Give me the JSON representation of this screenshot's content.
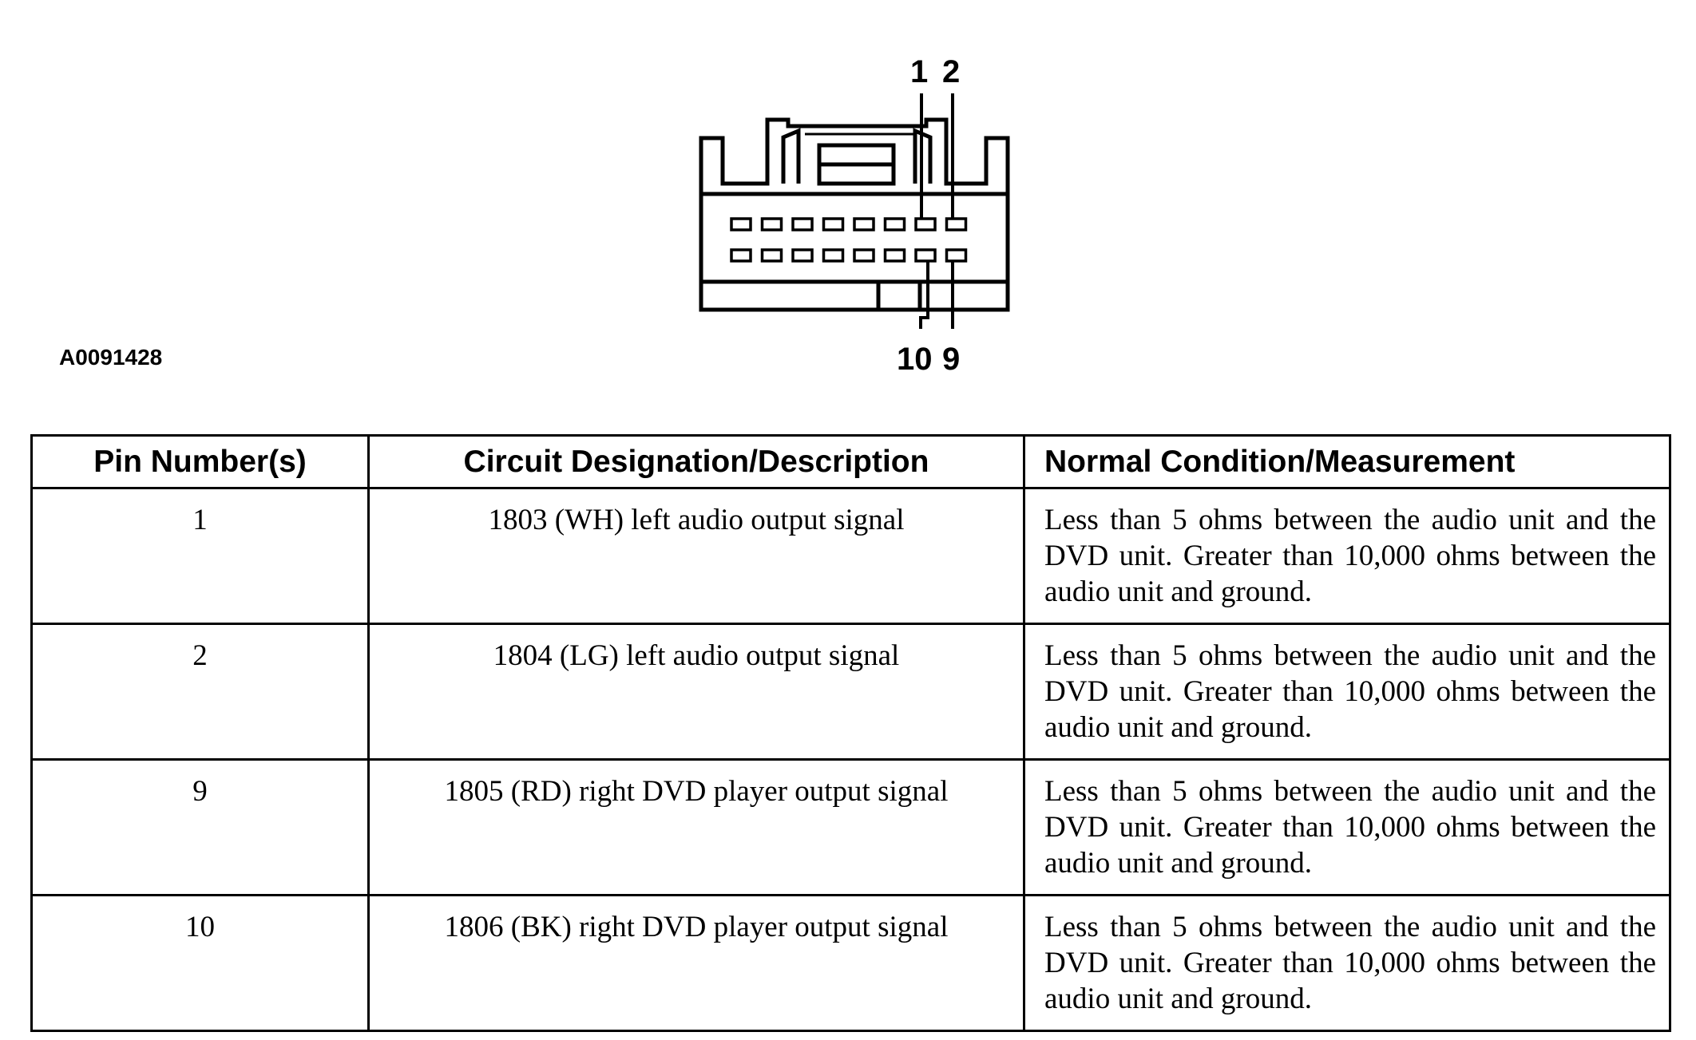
{
  "figure": {
    "id": "A0091428",
    "pin_labels": {
      "top_left": "1",
      "top_right": "2",
      "bottom_left": "10",
      "bottom_right": "9"
    }
  },
  "table": {
    "headers": [
      "Pin Number(s)",
      "Circuit Designation/Description",
      "Normal Condition/Measurement"
    ],
    "rows": [
      {
        "pin": "1",
        "circuit": "1803 (WH) left audio output signal",
        "measurement": "Less than 5 ohms between the audio unit and the DVD unit. Greater than 10,000 ohms between the audio unit and ground."
      },
      {
        "pin": "2",
        "circuit": "1804 (LG) left audio output signal",
        "measurement": "Less than 5 ohms between the audio unit and the DVD unit. Greater than 10,000 ohms between the audio unit and ground."
      },
      {
        "pin": "9",
        "circuit": "1805 (RD) right DVD player output signal",
        "measurement": "Less than 5 ohms between the audio unit and the DVD unit. Greater than 10,000 ohms between the audio unit and ground."
      },
      {
        "pin": "10",
        "circuit": "1806 (BK) right DVD player output signal",
        "measurement": "Less than 5 ohms between the audio unit and the DVD unit. Greater than 10,000 ohms between the audio unit and ground."
      }
    ]
  }
}
